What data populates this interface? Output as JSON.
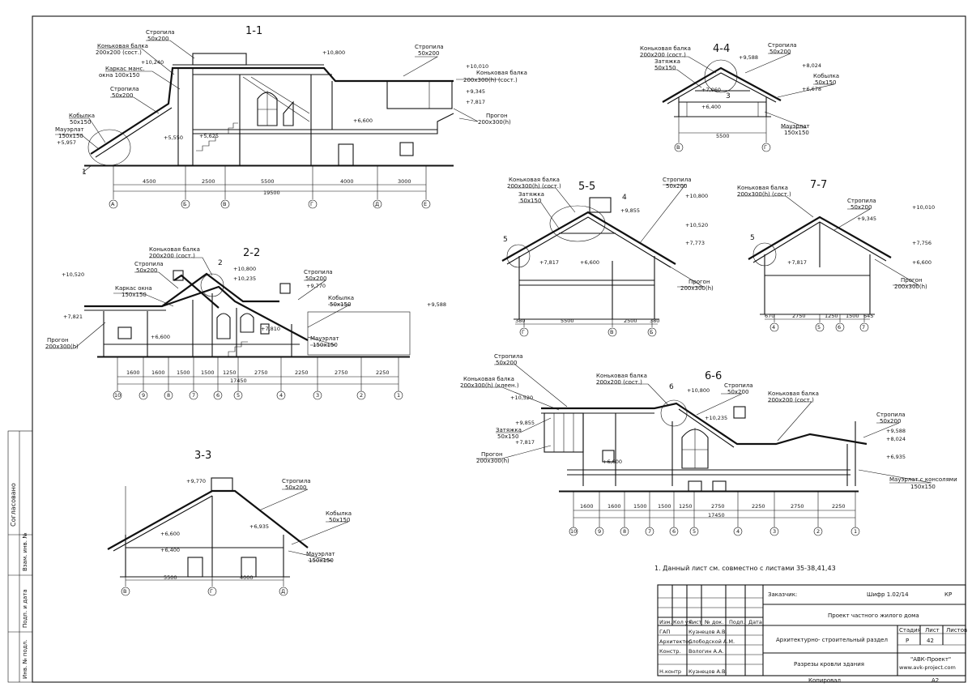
{
  "sections": {
    "s11": {
      "title": "1-1",
      "labels": {
        "ridge_rafter_top": "Стропила",
        "ridge_rafter_top_size": "50x200",
        "ridge_beam_a": "Коньковая балка",
        "ridge_beam_a_size": "200x200 (сост.)",
        "mans_frame": "Каркас манс.",
        "mans_frame_size": "окна 100x150",
        "rafter_left": "Стропила",
        "rafter_left_size": "50x200",
        "kobylka": "Кобылка",
        "kobylka_size": "50x150",
        "mauer": "Мауэрлат",
        "mauer_size": "150x150",
        "rafter_right": "Стропила",
        "rafter_right_size": "50x200",
        "ridge_beam_b": "Коньковая балка",
        "ridge_beam_b_size": "200x300(h) (сост.)",
        "purlin": "Прогон",
        "purlin_size": "200x300(h)",
        "node": "1"
      },
      "elevations": [
        "+10,800",
        "+10,240",
        "+10,010",
        "+9,345",
        "+7,817",
        "+6,600",
        "+5,625",
        "+5,550",
        "+5,957"
      ],
      "dims": [
        "4500",
        "2500",
        "5500",
        "4000",
        "3000"
      ],
      "total": "19500",
      "axes": [
        "А",
        "Б",
        "В",
        "Г",
        "Д",
        "Е"
      ]
    },
    "s22": {
      "title": "2-2",
      "labels": {
        "ridge_beam": "Коньковая балка",
        "ridge_beam_size": "200x200 (сост.)",
        "rafter_a": "Стропила",
        "rafter_a_size": "50x200",
        "window_frame": "Каркас окна",
        "window_frame_size": "150x150",
        "rafter_b": "Стропила",
        "rafter_b_size": "50x200",
        "kobylka": "Кобылка",
        "kobylka_size": "50x150",
        "purlin": "Прогон",
        "purlin_size": "200x300(h)",
        "mauer": "Мауэрлат",
        "mauer_size": "150x150",
        "node": "2"
      },
      "elevations": [
        "+10,520",
        "+10,800",
        "+10,235",
        "+9,770",
        "+9,588",
        "+7,821",
        "+6,600",
        "+7,810"
      ],
      "dims": [
        "1600",
        "1600",
        "1500",
        "1500",
        "1250",
        "2750",
        "2250",
        "2750",
        "2250"
      ],
      "total": "17450",
      "axes": [
        "10",
        "9",
        "8",
        "7",
        "6",
        "5",
        "4",
        "3",
        "2",
        "1"
      ]
    },
    "s33": {
      "title": "3-3",
      "labels": {
        "rafter": "Стропила",
        "rafter_size": "50x200",
        "kobylka": "Кобылка",
        "kobylka_size": "50x150",
        "mauer": "Мауэрлат",
        "mauer_size": "150x150"
      },
      "elevations": [
        "+9,770",
        "+6,935",
        "+6,600",
        "+6,400"
      ],
      "dims": [
        "5500",
        "4000"
      ],
      "axes": [
        "В",
        "Г",
        "Д"
      ]
    },
    "s44": {
      "title": "4-4",
      "labels": {
        "ridge_beam": "Коньковая балка",
        "ridge_beam_size": "200x200 (сост.)",
        "tie": "Затяжка",
        "tie_size": "50x150",
        "rafter": "Стропила",
        "rafter_size": "50x200",
        "kobylka": "Кобылка",
        "kobylka_size": "50x150",
        "mauer": "Мауэрлат",
        "mauer_size": "150x150",
        "node": "3"
      },
      "elevations": [
        "+9,588",
        "+8,024",
        "+6,678",
        "+7,060",
        "+6,400"
      ],
      "dims": [
        "5500"
      ],
      "axes": [
        "В",
        "Г"
      ]
    },
    "s55": {
      "title": "5-5",
      "labels": {
        "ridge_beam": "Коньковая балка",
        "ridge_beam_size": "200x300(h) (сост.)",
        "tie": "Затяжка",
        "tie_size": "50x150",
        "rafter": "Стропила",
        "rafter_size": "50x200",
        "purlin": "Прогон",
        "purlin_size": "200x300(h)",
        "node_a": "4",
        "node_b": "5"
      },
      "elevations": [
        "+10,800",
        "+9,855",
        "+10,520",
        "+7,773",
        "+7,817",
        "+6,600"
      ],
      "dims": [
        "380",
        "5500",
        "2500",
        "380"
      ],
      "axes": [
        "Г",
        "В",
        "Б"
      ]
    },
    "s66": {
      "title": "6-6",
      "labels": {
        "rafter_a": "Стропила",
        "rafter_a_size": "50x200",
        "ridge_beam_a": "Коньковая балка",
        "ridge_beam_a_size": "200x300(h) (клеен.)",
        "tie": "Затяжка",
        "tie_size": "50x150",
        "purlin": "Прогон",
        "purlin_size": "200x300(h)",
        "ridge_beam_b": "Коньковая балка",
        "ridge_beam_b_size": "200x200 (сост.)",
        "rafter_b": "Стропила",
        "rafter_b_size": "50x200",
        "ridge_beam_c": "Коньковая балка",
        "ridge_beam_c_size": "200x200 (сост.)",
        "rafter_c": "Стропила",
        "rafter_c_size": "50x200",
        "mauer_cons": "Мауэрлат с консолями",
        "mauer_cons_size": "150x150",
        "node": "6"
      },
      "elevations": [
        "+10,520",
        "+10,800",
        "+10,235",
        "+9,855",
        "+7,817",
        "+6,600",
        "+9,588",
        "+8,024",
        "+6,935"
      ],
      "dims": [
        "1600",
        "1600",
        "1500",
        "1500",
        "1250",
        "2750",
        "2250",
        "2750",
        "2250"
      ],
      "total": "17450",
      "axes": [
        "10",
        "9",
        "8",
        "7",
        "6",
        "5",
        "4",
        "3",
        "2",
        "1"
      ]
    },
    "s77": {
      "title": "7-7",
      "labels": {
        "ridge_beam": "Коньковая балка",
        "ridge_beam_size": "200x300(h) (сост.)",
        "rafter": "Стропила",
        "rafter_size": "50x200",
        "purlin": "Прогон",
        "purlin_size": "200x300(h)",
        "node": "5"
      },
      "elevations": [
        "+10,010",
        "+9,345",
        "+7,817",
        "+7,756",
        "+6,600"
      ],
      "dims": [
        "670",
        "2750",
        "1250",
        "1500",
        "645"
      ],
      "axes": [
        "4",
        "5",
        "6",
        "7"
      ]
    }
  },
  "note": "1. Данный лист см. совместно с листами 35-38,41,43",
  "sidebar": {
    "agreed": "Согласовано",
    "inv_replace": "Взам. инв. №",
    "sign_date": "Подп. и дата",
    "inv_orig": "Инв. № подл."
  },
  "title_block": {
    "customer": "Заказчик:",
    "code": "Шифр 1.02/14",
    "kr": "КР",
    "project": "Проект частного жилого дома",
    "section": "Архитектурно- строительный раздел",
    "sheet_title": "Разрезы кровли здания",
    "company": "\"АВК-Проект\"",
    "site": "www.avk-project.com",
    "stage_label": "Стадия",
    "sheet_label": "Лист",
    "sheets_label": "Листов",
    "stage": "Р",
    "sheet": "42",
    "copied": "Копировал",
    "format": "А2",
    "header": [
      "Изм.",
      "Кол уч.",
      "Лист",
      "№ док.",
      "Подп.",
      "Дата"
    ],
    "roles": [
      {
        "role": "ГАП",
        "name": "Кузнецов А.В."
      },
      {
        "role": "Архитектор",
        "name": "Слободской А.М."
      },
      {
        "role": "Констр.",
        "name": "Вологин А.А."
      },
      {
        "role": "Н.контр",
        "name": "Кузнецов А.В."
      }
    ]
  }
}
